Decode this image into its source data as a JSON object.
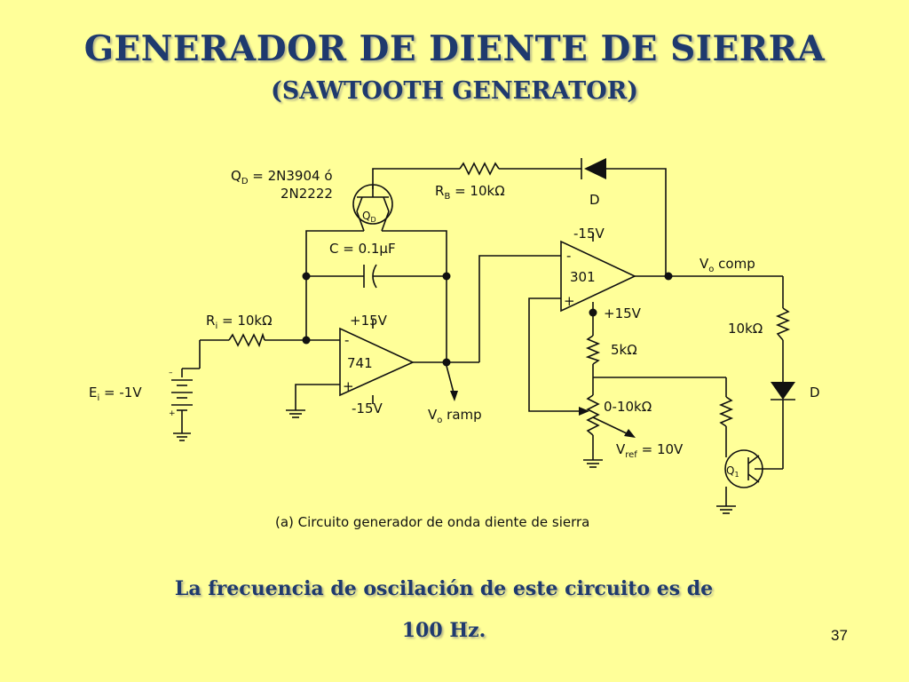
{
  "slide": {
    "title": "GENERADOR DE DIENTE DE SIERRA",
    "subtitle": "(SAWTOOTH GENERATOR)",
    "note_line1": "La frecuencia de oscilación  de este circuito es de",
    "note_line2": "100 Hz.",
    "page_number": "37"
  },
  "circuit": {
    "qd_label": "Q",
    "qd_sub": "D",
    "qd_value_line1": " = 2N3904 ó",
    "qd_value_line2": "2N2222",
    "qd_body_label": "Q",
    "qd_body_sub": "D",
    "rb_label": "R",
    "rb_sub": "B",
    "rb_value": " = 10kΩ",
    "diode_top_label": "D",
    "cap_label": "C = 0.1μF",
    "ri_label": "R",
    "ri_sub": "i",
    "ri_value": " = 10kΩ",
    "opamp1_name": "741",
    "opamp1_vplus": "+15V",
    "opamp1_vminus": "-15V",
    "opamp1_inv": "-",
    "opamp1_noninv": "+",
    "ei_label": "E",
    "ei_sub": "i",
    "ei_value": " = -1V",
    "battery_minus": "–",
    "battery_plus": "+",
    "vo_ramp_label": "V",
    "vo_ramp_sub": "o",
    "vo_ramp_value": " ramp",
    "opamp2_name": "301",
    "opamp2_vminus": "-15V",
    "opamp2_vplus": "+15V",
    "opamp2_inv": "-",
    "opamp2_noninv": "+",
    "vo_comp_label": "V",
    "vo_comp_sub": "o",
    "vo_comp_value": " comp",
    "r5k_label": "5kΩ",
    "pot_label": "0-10kΩ",
    "vref_label": "V",
    "vref_sub": "ref",
    "vref_value": " = 10V",
    "r10k_label": "10kΩ",
    "diode_right_label": "D",
    "q1_label": "Q",
    "q1_sub": "1",
    "caption": "(a) Circuito generador de onda diente de sierra"
  }
}
